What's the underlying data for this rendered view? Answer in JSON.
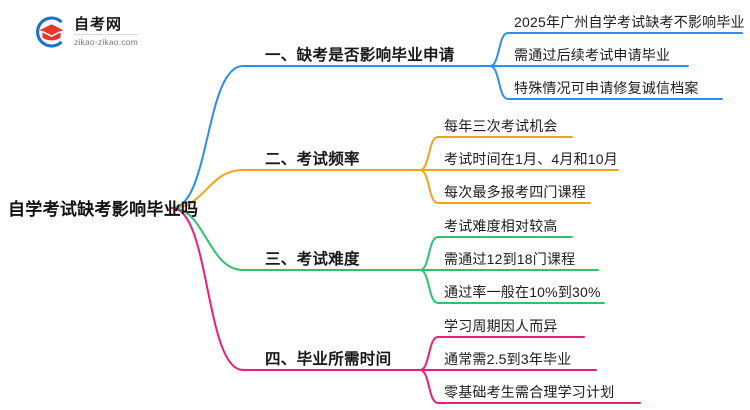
{
  "logo": {
    "mark_name": "zikao-logo-icon",
    "name": "自考网",
    "domain": "zikao-zikao.com",
    "arc_color": "#1a73c8",
    "cap_color": "#e8352e"
  },
  "mindmap": {
    "root": {
      "label": "自学考试缺考影响毕业吗"
    },
    "branches": [
      {
        "label": "一、缺考是否影响毕业申请",
        "color": "#2f8ded",
        "children": [
          "2025年广州自学考试缺考不影响毕业",
          "需通过后续考试申请毕业",
          "特殊情况可申请修复诚信档案"
        ]
      },
      {
        "label": "二、考试频率",
        "color": "#f0a31e",
        "children": [
          "每年三次考试机会",
          "考试时间在1月、4月和10月",
          "每次最多报考四门课程"
        ]
      },
      {
        "label": "三、考试难度",
        "color": "#2ec36b",
        "children": [
          "考试难度相对较高",
          "需通过12到18门课程",
          "通过率一般在10%到30%"
        ]
      },
      {
        "label": "四、毕业所需时间",
        "color": "#ec1e79",
        "children": [
          "学习周期因人而异",
          "通常需2.5到3年毕业",
          "零基础考生需合理学习计划"
        ]
      }
    ]
  }
}
